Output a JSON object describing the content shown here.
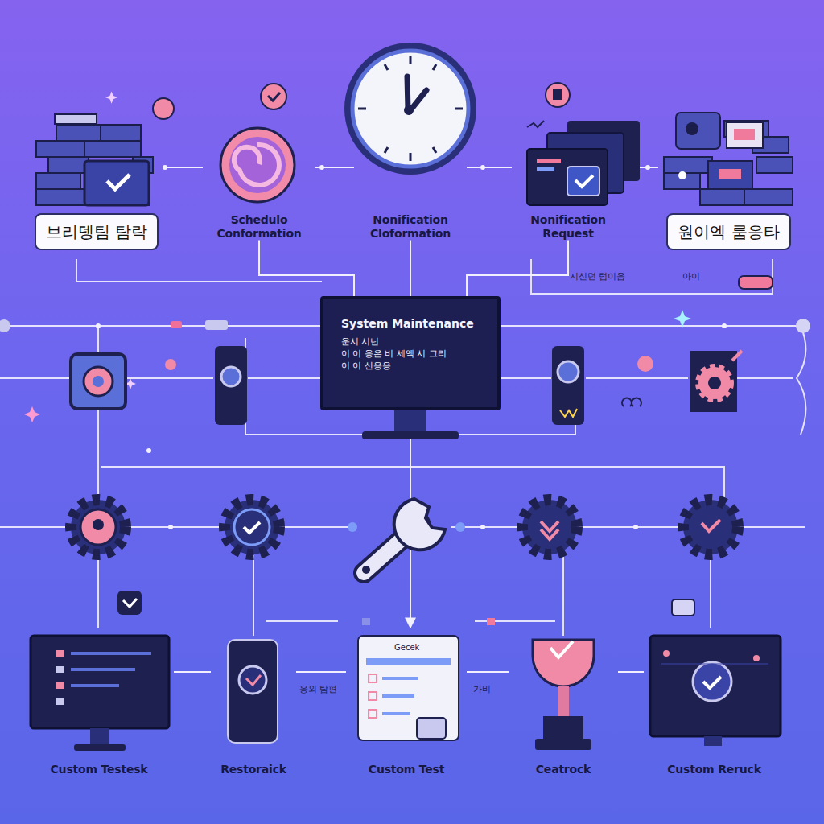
{
  "diagram": {
    "nodes": [
      {
        "text": [
          "브리뎅팀 탐락"
        ]
      },
      {
        "text": [
          "Schedulo Conformation"
        ]
      },
      {
        "text": [
          "Nonification Cloformation"
        ]
      },
      {
        "text": [
          "Nonification Request"
        ]
      },
      {
        "text": [
          "원이엑 룸응타"
        ]
      },
      {
        "text": [
          "System Maintenance",
          "운시 시넌",
          "이 이 응은 비 세엑 시 그리",
          "이 이 산응응"
        ]
      },
      {
        "text": [
          "Custom Testesk"
        ]
      },
      {
        "text": [
          "Restoraick"
        ]
      },
      {
        "text": [
          "Custom Test"
        ]
      },
      {
        "text": [
          "Ceatrock"
        ]
      },
      {
        "text": [
          "Custom Reruck"
        ]
      }
    ],
    "edges": [
      {
        "from": 0,
        "to": 1,
        "arrow": "none"
      },
      {
        "from": 1,
        "to": 2,
        "arrow": "none"
      },
      {
        "from": 2,
        "to": 3,
        "arrow": "none"
      },
      {
        "from": 3,
        "to": 4,
        "arrow": "none"
      },
      {
        "from": 1,
        "to": 5,
        "arrow": "none"
      },
      {
        "from": 2,
        "to": 5,
        "arrow": "none"
      },
      {
        "from": 3,
        "to": 5,
        "arrow": "none"
      },
      {
        "from": 5,
        "to": 8,
        "arrow": "to"
      },
      {
        "from": 6,
        "to": 7,
        "arrow": "none"
      },
      {
        "from": 7,
        "to": 8,
        "arrow": "none"
      },
      {
        "from": 8,
        "to": 9,
        "arrow": "none"
      },
      {
        "from": 9,
        "to": 10,
        "arrow": "none"
      }
    ],
    "labels": [
      "지신던 텀이음",
      "아이",
      "응외 탐편",
      "-가비",
      "Gecek"
    ]
  }
}
